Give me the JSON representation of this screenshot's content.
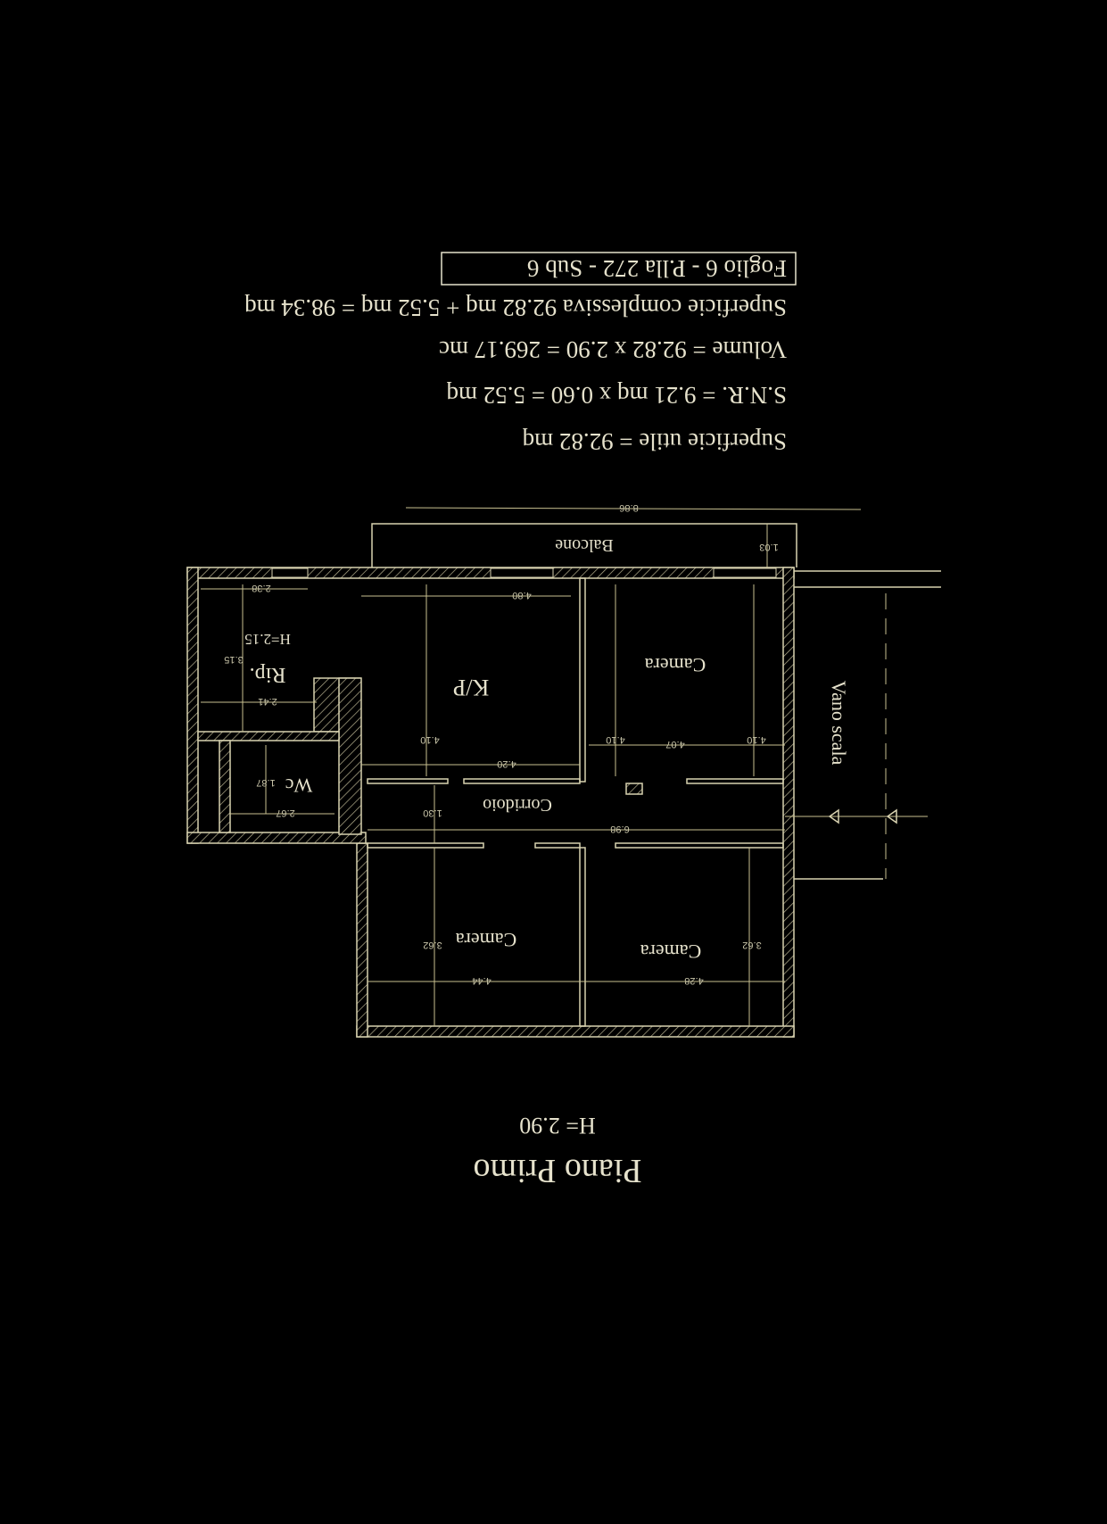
{
  "title": "Piano Primo",
  "height_label": "H= 2.90",
  "summary": {
    "superficie_utile": "Superficie utile = 92.82 mq",
    "snr": "S.N.R. = 9.21 mq x 0.60 = 5.52 mq",
    "volume": "Volume = 92.82 x 2.90 = 269.17 mc",
    "complessiva": "Superficie complessiva 92.82 mq + 5.52 mq = 98.34 mq",
    "cadastral": "Foglio 6 - P.lla 272 - Sub 6"
  },
  "rooms": {
    "camera_1": "Camera",
    "kp": "K/P",
    "rip": "Rip.",
    "rip_height": "H=2.15",
    "wc": "Wc",
    "corridoio": "Corridoio",
    "camera_2": "Camera",
    "camera_3": "Camera",
    "balcone": "Balcone",
    "vano_scala": "Vano scala"
  },
  "dimensions": {
    "balcone_width": "8.86",
    "balcone_depth": "1.03",
    "kp_width": "4.80",
    "kp_width_low": "4.20",
    "kp_depth": "4.10",
    "kp_depth_2": "4.10",
    "camera_1_width": "4.07",
    "camera_1_depth": "4.10",
    "rip_width": "2.38",
    "rip_width_2": "2.41",
    "rip_depth": "3.15",
    "wc_width": "2.67",
    "wc_depth": "1.87",
    "corridoio_length": "6.98",
    "corridoio_width": "1.30",
    "camera_2_width": "4.44",
    "camera_2_depth": "3.62",
    "camera_3_width": "4.28",
    "camera_3_depth": "3.62"
  },
  "colors": {
    "background": "#000000",
    "lines": "#d8d2b0"
  }
}
